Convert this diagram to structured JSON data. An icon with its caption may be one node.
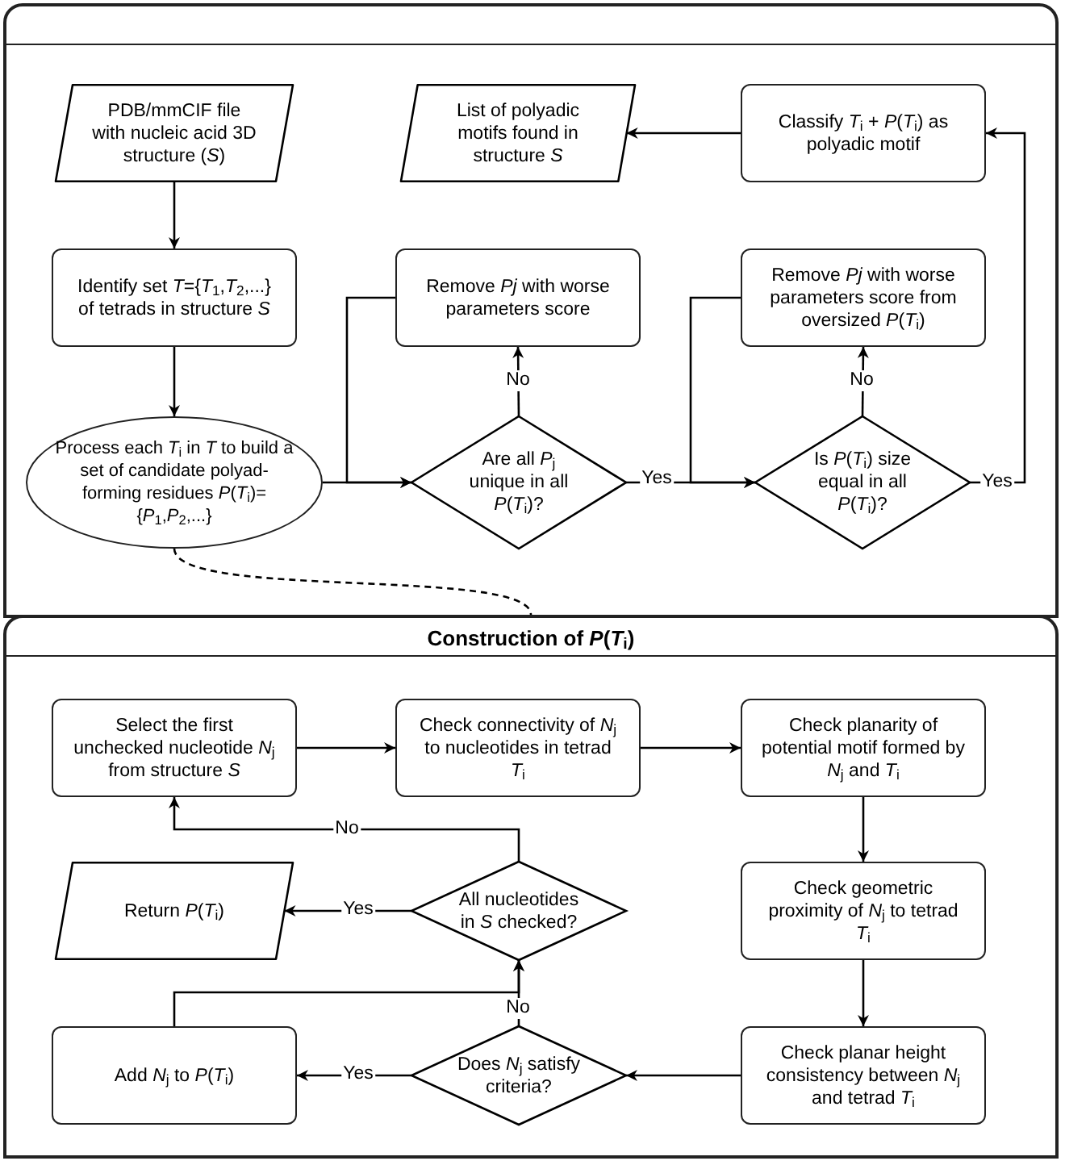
{
  "diagram": {
    "nodes": [
      {
        "text": [],
        "shape": "box"
      },
      {
        "text": [
          "PDB/mmCIF file with nucleic acid 3D structure (*S*)"
        ],
        "in": 0
      },
      {
        "text": [
          "List of polyadic motifs found in structure *S*"
        ],
        "in": 0
      },
      {
        "text": [
          "Classify *T*$_{i}$ + *P*(*T*$_{i}$) as polyadic motif"
        ],
        "in": 0
      },
      {
        "text": [
          "Identify set *T*={*T*$_{1}$,*T*$_{2}$,...} of tetrads in structure *S*"
        ],
        "in": 0
      },
      {
        "text": [
          "Remove *Pj* with worse parameters score"
        ],
        "in": 0
      },
      {
        "text": [
          "Remove *Pj* with worse parameters score from oversized *P*(*T*$_{i}$)"
        ],
        "in": 0
      },
      {
        "text": [
          "Process each *T*$_{i}$ in *T* to build a set of candidate polyad-forming residues *P*(*T*$_{i}$)={*P*$_{1}$,*P*$_{2}$,...}"
        ],
        "in": 0
      },
      {
        "text": [
          "Are all *P*$_{j}$ unique in all *P*(*T*$_{i}$)?"
        ],
        "in": 0
      },
      {
        "text": [
          "Is *P*(*T*$_{i}$) size equal in all *P*(*T*$_{i}$)?"
        ],
        "in": 0
      },
      {
        "text": [
          "Construction of *P*(*T*$_{i}$)"
        ]
      },
      {
        "text": [
          "Select the first unchecked nucleotide *N*$_{j}$ from structure *S*"
        ],
        "in": 10
      },
      {
        "text": [
          "Check connectivity of *N*$_{j}$ to nucleotides in tetrad *T*$_{i}$"
        ],
        "in": 10
      },
      {
        "text": [
          "Check planarity of potential motif formed by *N*$_{j}$ and *T*$_{i}$"
        ],
        "in": 10
      },
      {
        "text": [
          "Return *P*(*T*$_{i}$)"
        ],
        "in": 10
      },
      {
        "text": [
          "All nucleotides in *S* checked?"
        ],
        "in": 10
      },
      {
        "text": [
          "Check geometric proximity of *N*$_{j}$ to tetrad *T*$_{i}$"
        ],
        "in": 10
      },
      {
        "text": [
          "Add *N*$_{j}$ to *P*(*T*$_{i}$)"
        ],
        "in": 10
      },
      {
        "text": [
          "Does *N*$_{j}$ satisfy criteria?"
        ],
        "in": 10
      },
      {
        "text": [
          "Check planar height consistency between *N*$_{j}$ and tetrad *T*$_{i}$"
        ],
        "in": 10
      }
    ],
    "edges": [
      {
        "from": 1,
        "to": 4,
        "arrow": "to"
      },
      {
        "from": 4,
        "to": 7,
        "arrow": "to"
      },
      {
        "from": 7,
        "to": 8,
        "arrow": "to"
      },
      {
        "from": 8,
        "to": 5,
        "arrow": "to",
        "label": "No"
      },
      {
        "from": 5,
        "to": 8,
        "arrow": "to"
      },
      {
        "from": 8,
        "to": 9,
        "arrow": "to",
        "label": "Yes"
      },
      {
        "from": 9,
        "to": 6,
        "arrow": "to",
        "label": "No"
      },
      {
        "from": 6,
        "to": 9,
        "arrow": "to"
      },
      {
        "from": 9,
        "to": 3,
        "arrow": "to",
        "label": "Yes"
      },
      {
        "from": 3,
        "to": 2,
        "arrow": "to"
      },
      {
        "from": 7,
        "to": 10,
        "arrow": "none",
        "style": "dashed"
      },
      {
        "from": 11,
        "to": 12,
        "arrow": "to"
      },
      {
        "from": 12,
        "to": 13,
        "arrow": "to"
      },
      {
        "from": 13,
        "to": 16,
        "arrow": "to"
      },
      {
        "from": 16,
        "to": 19,
        "arrow": "to"
      },
      {
        "from": 19,
        "to": 18,
        "arrow": "to"
      },
      {
        "from": 18,
        "to": 17,
        "arrow": "to",
        "label": "Yes"
      },
      {
        "from": 18,
        "to": 15,
        "arrow": "to",
        "label": "No"
      },
      {
        "from": 17,
        "to": 15,
        "arrow": "to"
      },
      {
        "from": 15,
        "to": 14,
        "arrow": "to",
        "label": "Yes"
      },
      {
        "from": 15,
        "to": 11,
        "arrow": "to",
        "label": "No"
      }
    ]
  }
}
